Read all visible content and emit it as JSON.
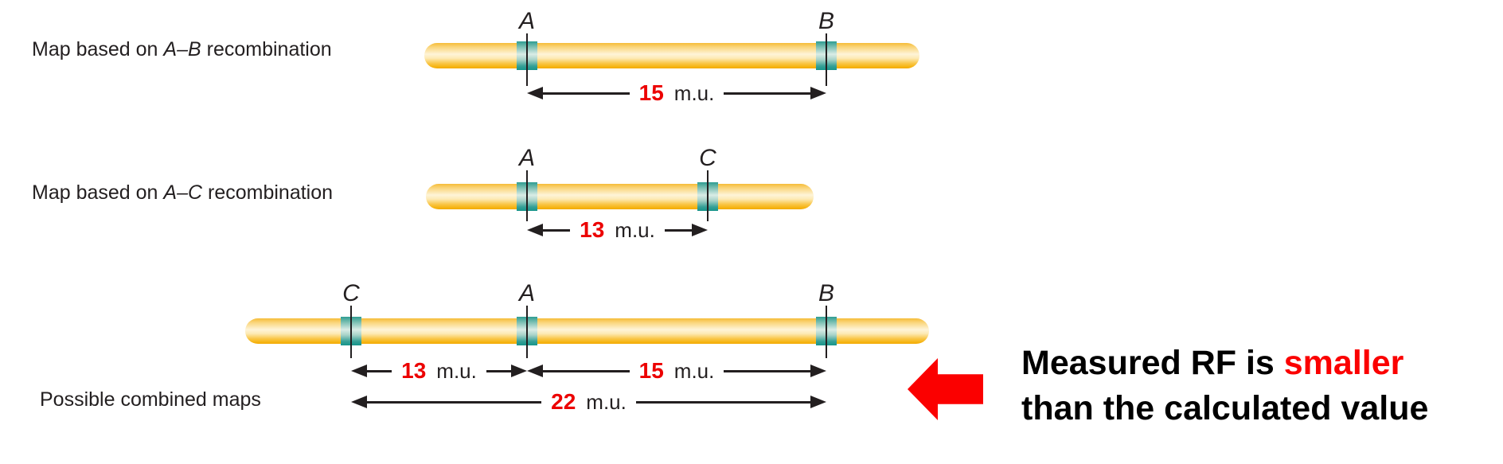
{
  "colors": {
    "chromosome_gold": "#f8bb1c",
    "band_teal": "#2f9c91",
    "measure_number_red": "#ec0000",
    "annotation_red": "#fb0000",
    "arrow_red": "#fb0000",
    "text_black": "#231f20"
  },
  "rows": [
    {
      "label": {
        "pre": "Map based on ",
        "em": "A–B",
        "post": " recombination"
      },
      "loci": [
        "A",
        "B"
      ],
      "measures": [
        {
          "num": "15",
          "unit": "m.u."
        }
      ]
    },
    {
      "label": {
        "pre": "Map based on ",
        "em": "A–C",
        "post": " recombination"
      },
      "loci": [
        "A",
        "C"
      ],
      "measures": [
        {
          "num": "13",
          "unit": "m.u."
        }
      ]
    },
    {
      "label": {
        "pre": "Possible combined maps",
        "em": "",
        "post": ""
      },
      "loci": [
        "C",
        "A",
        "B"
      ],
      "measures": [
        {
          "num": "13",
          "unit": "m.u."
        },
        {
          "num": "15",
          "unit": "m.u."
        },
        {
          "num": "22",
          "unit": "m.u."
        }
      ]
    }
  ],
  "annotation": {
    "line1_black": "Measured RF is ",
    "line1_red": "smaller",
    "line2": "than the calculated value"
  }
}
